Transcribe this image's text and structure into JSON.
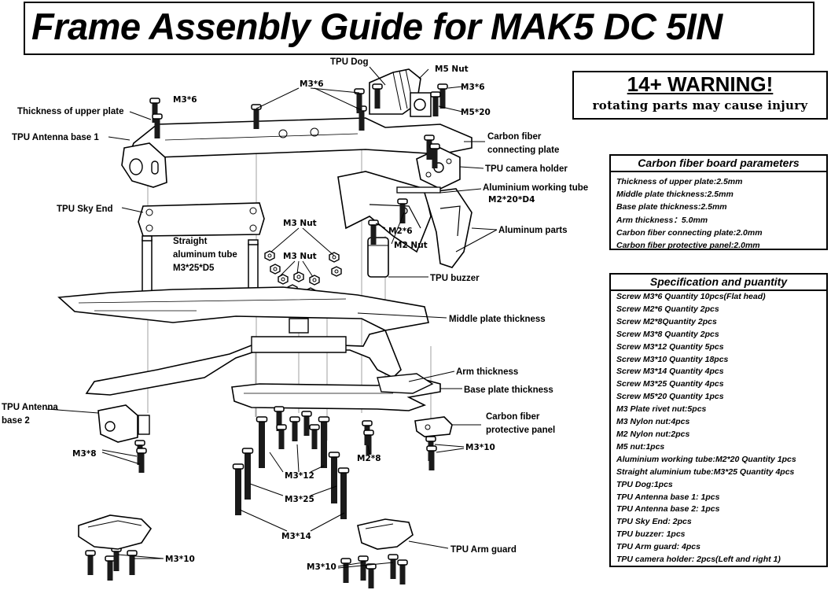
{
  "title": "Frame Assenbly Guide for MAK5 DC 5IN",
  "warning": {
    "title": "14+  WARNING!",
    "subtitle": "rotating parts may cause injury"
  },
  "carbon_params": {
    "heading": "Carbon fiber board parameters",
    "rows": [
      "Thickness of upper plate:2.5mm",
      "Middle plate thickness:2.5mm",
      "Base plate thickness:2.5mm",
      "Arm thickness：5.0mm",
      "Carbon fiber connecting plate:2.0mm",
      "Carbon fiber protective panel:2.0mm"
    ]
  },
  "spec": {
    "heading": "Specification and puantity",
    "rows": [
      "Screw M3*6 Quantity 10pcs(Flat head)",
      "Screw M2*6 Quantity 2pcs",
      "Screw M2*8Quantity 2pcs",
      "Screw M3*8 Quantity 2pcs",
      "Screw M3*12 Quantity 5pcs",
      "Screw M3*10 Quantity 18pcs",
      "Screw M3*14 Quantity 4pcs",
      "Screw M3*25 Quantity 4pcs",
      "Screw M5*20 Quantity 1pcs",
      "M3 Plate rivet nut:5pcs",
      "M3 Nylon nut:4pcs",
      "M2 Nylon nut:2pcs",
      "M5 nut:1pcs",
      "Aluminium working tube:M2*20 Quantity 1pcs",
      "Straight aluminium tube:M3*25 Quantity 4pcs",
      "TPU Dog:1pcs",
      "TPU Antenna base 1: 1pcs",
      "TPU Antenna base 2: 1pcs",
      "TPU Sky End: 2pcs",
      "TPU buzzer: 1pcs",
      "TPU Arm guard: 4pcs",
      "TPU camera holder: 2pcs(Left and right 1)"
    ]
  },
  "labels": {
    "tpu_dog": "TPU Dog",
    "m5_nut": "M5  Nut",
    "m3x6_a": "M3*6",
    "m3x6_b": "M3*6",
    "m3x6_c": "M3*6",
    "m5x20": "M5*20",
    "thickness_upper": "Thickness of upper plate",
    "tpu_antenna_base1": "TPU Antenna base 1",
    "cf_connecting_1": "Carbon fiber",
    "cf_connecting_2": "connecting plate",
    "tpu_camera_holder": "TPU camera holder",
    "alu_working_tube": "Aluminium working tube",
    "m2x20d4": "M2*20*D4",
    "tpu_sky_end": "TPU Sky End",
    "m3_nut_a": "M3  Nut",
    "m3_nut_b": "M3  Nut",
    "straight_1": "Straight",
    "straight_2": "aluminum tube",
    "straight_3": "M3*25*D5",
    "aluminum_parts": "Aluminum parts",
    "m2x6": "M2*6",
    "m2_nut": "M2  Nut",
    "tpu_buzzer": "TPU buzzer",
    "middle_plate": "Middle plate thickness",
    "arm_thickness": "Arm thickness",
    "base_plate": "Base plate thickness",
    "tpu_antenna2_1": "TPU Antenna",
    "tpu_antenna2_2": "base 2",
    "cf_protective_1": "Carbon fiber",
    "cf_protective_2": "protective panel",
    "m3x8": "M3*8",
    "m3x12": "M3*12",
    "m2x8": "M2*8",
    "m3x10_a": "M3*10",
    "m3x25": "M3*25",
    "m3x14": "M3*14",
    "m3x10_b": "M3*10",
    "tpu_arm_guard": "TPU Arm guard",
    "m3x10_c": "M3*10"
  }
}
